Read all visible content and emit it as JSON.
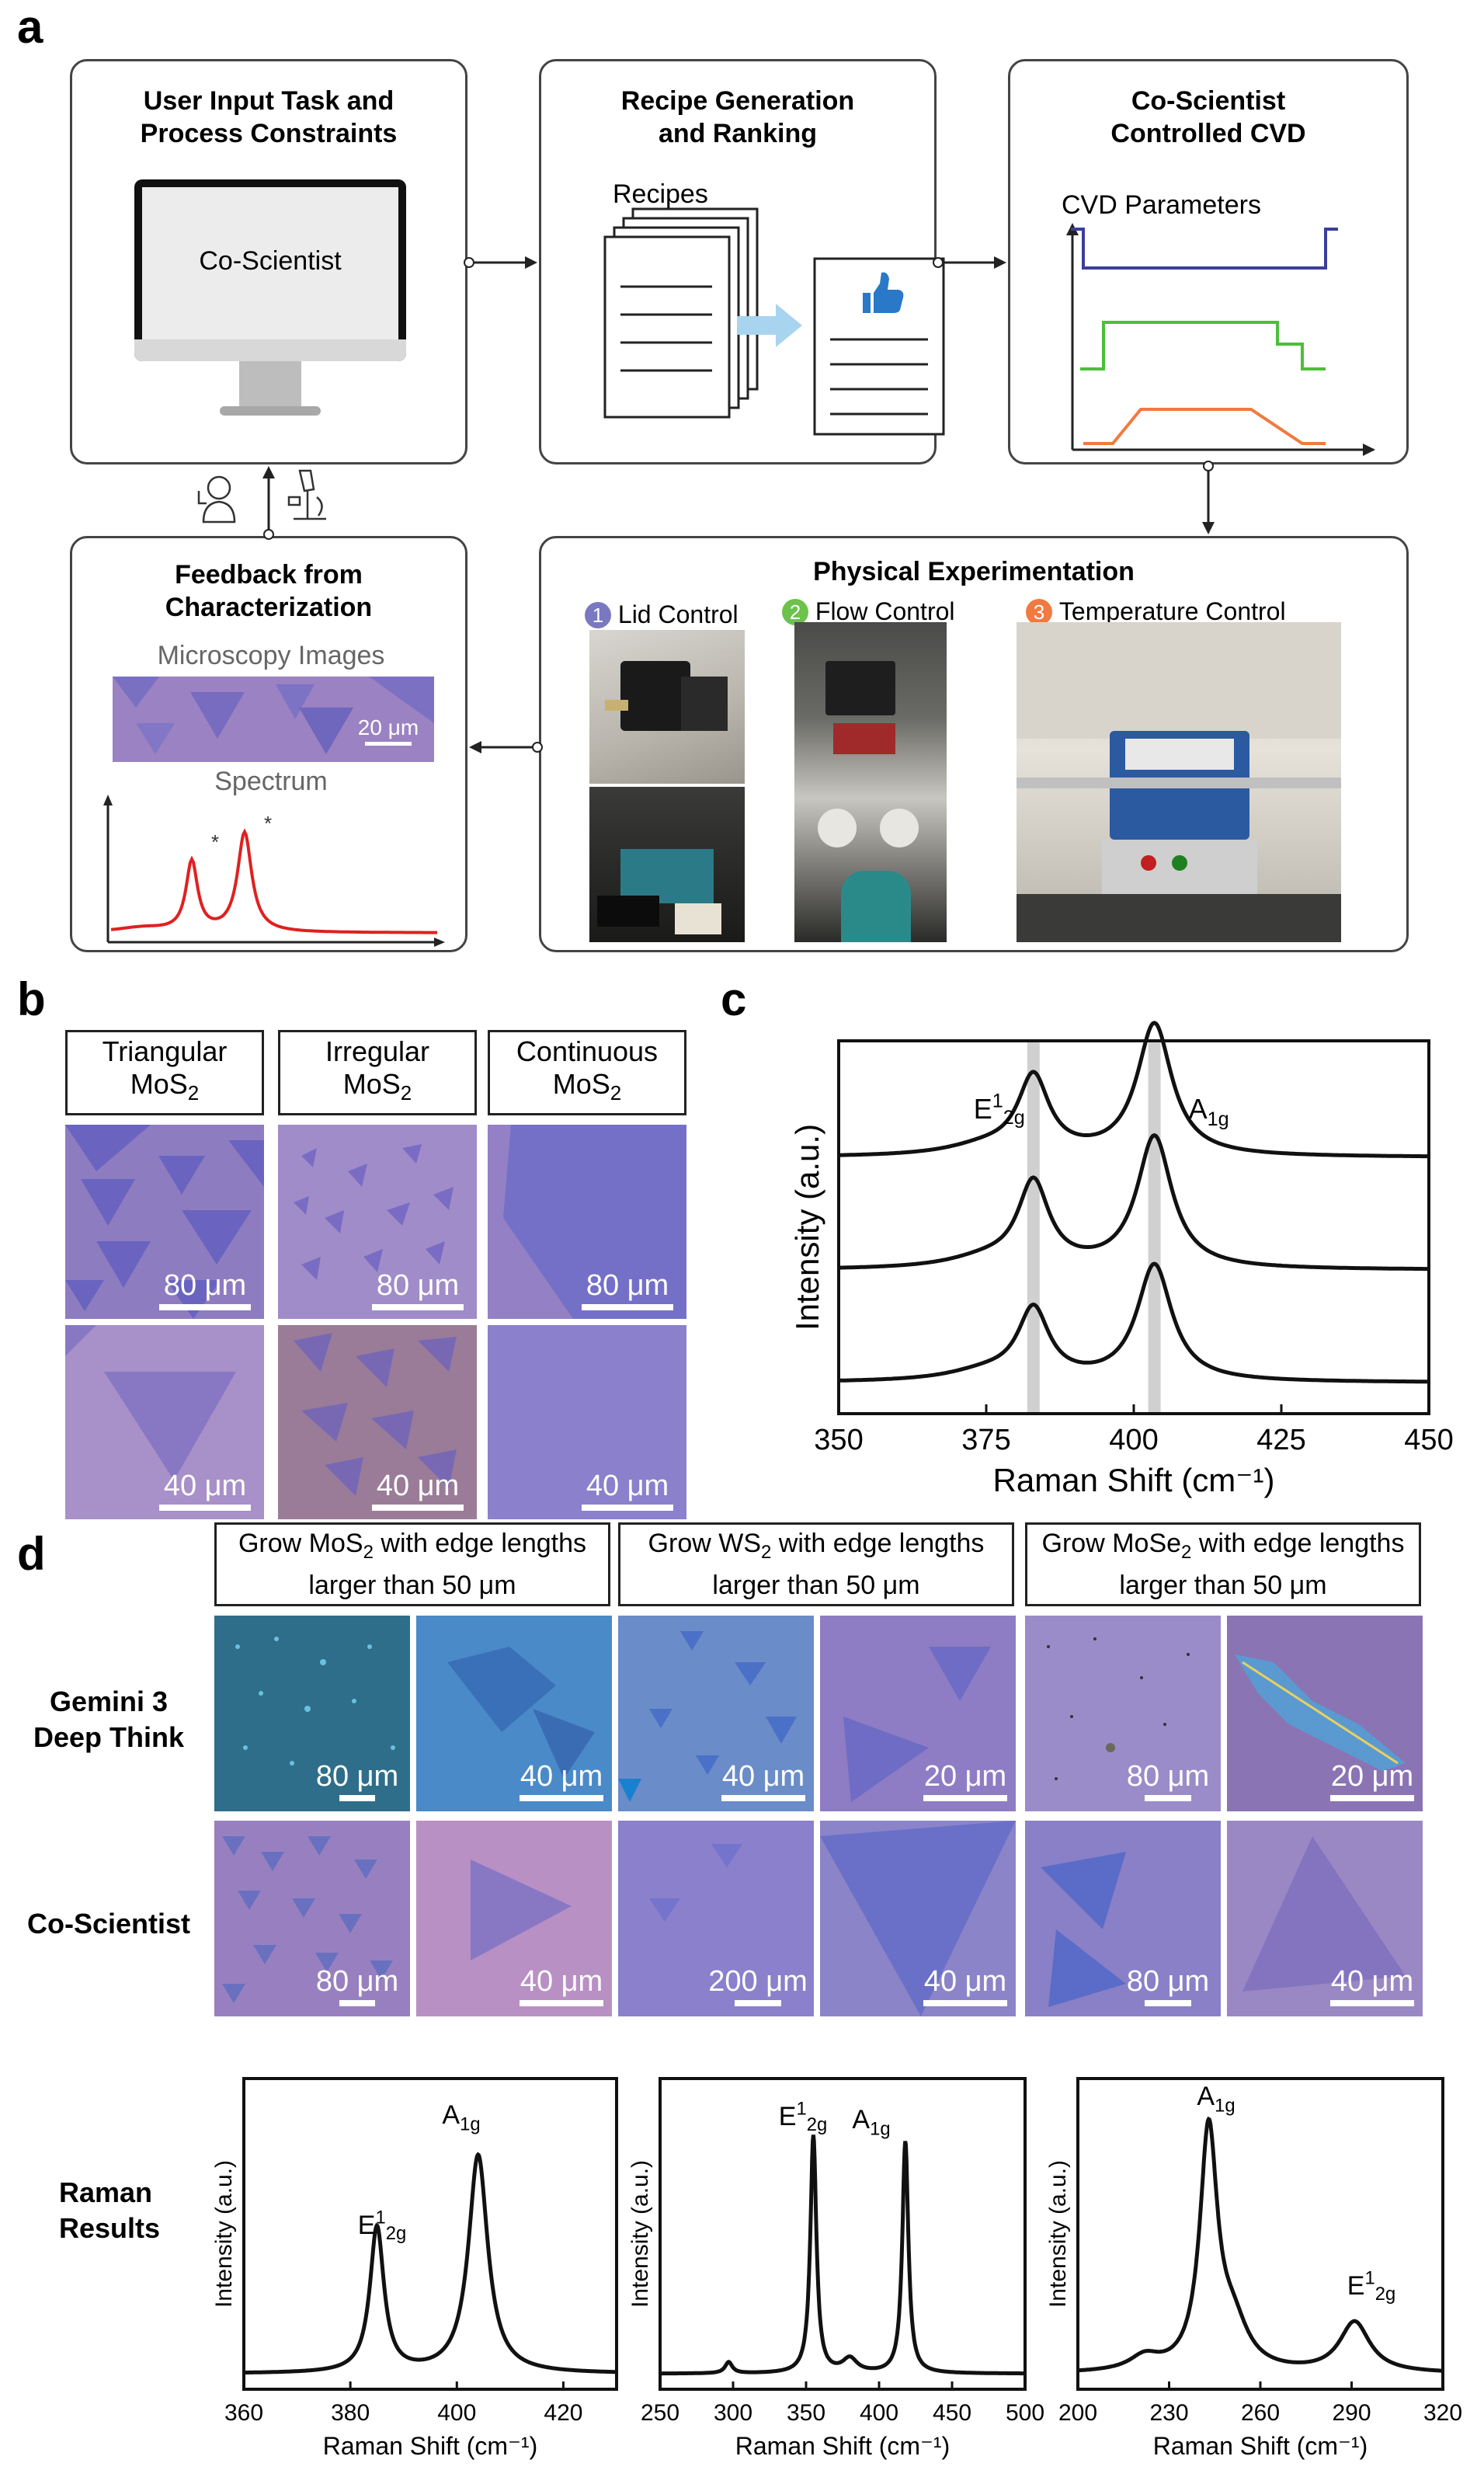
{
  "panels": {
    "a": "a",
    "b": "b",
    "c": "c",
    "d": "d"
  },
  "panel_a": {
    "box1": {
      "title_line1": "User Input Task and",
      "title_line2": "Process Constraints",
      "screen_text": "Co-Scientist"
    },
    "box2": {
      "title_line1": "Recipe Generation",
      "title_line2": "and Ranking",
      "recipes_label": "Recipes"
    },
    "box3": {
      "title_line1": "Co-Scientist",
      "title_line2": "Controlled CVD",
      "params_label": "CVD Parameters"
    },
    "box4": {
      "title_line1": "Feedback from",
      "title_line2": "Characterization",
      "micro_label": "Microscopy Images",
      "scale": "20 μm",
      "spectrum_label": "Spectrum",
      "peak_mark": "*"
    },
    "box5": {
      "title": "Physical Experimentation",
      "steps": [
        {
          "num": "1",
          "label": "Lid Control",
          "color": "#7a78c0"
        },
        {
          "num": "2",
          "label": "Flow Control",
          "color": "#6cc24a"
        },
        {
          "num": "3",
          "label": "Temperature Control",
          "color": "#f07a40"
        }
      ]
    },
    "colors": {
      "blue_line": "#3a3f9a",
      "green_line": "#4cbf3a",
      "orange_line": "#f07a40",
      "red_spectrum": "#e02020",
      "arrow_blue": "#a8d4f0",
      "thumb": "#2a78c8"
    }
  },
  "panel_b": {
    "headers": [
      {
        "main": "Triangular",
        "sub": "MoS",
        "subscript": "2"
      },
      {
        "main": "Irregular",
        "sub": "MoS",
        "subscript": "2"
      },
      {
        "main": "Continuous",
        "sub": "MoS",
        "subscript": "2"
      }
    ],
    "scales_row1": [
      "80 μm",
      "80 μm",
      "80 μm"
    ],
    "scales_row2": [
      "40 μm",
      "40 μm",
      "40 μm"
    ]
  },
  "panel_d": {
    "headers": [
      {
        "line1_pre": "Grow MoS",
        "line1_sub": "2",
        "line1_post": " with edge lengths",
        "line2": "larger than 50 μm"
      },
      {
        "line1_pre": "Grow WS",
        "line1_sub": "2",
        "line1_post": " with edge lengths",
        "line2": "larger than 50 μm"
      },
      {
        "line1_pre": "Grow MoSe",
        "line1_sub": "2",
        "line1_post": " with edge lengths",
        "line2": "larger than 50 μm"
      }
    ],
    "row_labels": {
      "gemini_line1": "Gemini 3",
      "gemini_line2": "Deep Think",
      "coscientist": "Co-Scientist",
      "raman_line1": "Raman",
      "raman_line2": "Results"
    },
    "gemini_scales": [
      "80 μm",
      "40 μm",
      "40 μm",
      "20 μm",
      "80 μm",
      "20 μm"
    ],
    "coscientist_scales": [
      "80 μm",
      "40 μm",
      "200 μm",
      "40 μm",
      "80 μm",
      "40 μm"
    ]
  },
  "chart_data": [
    {
      "id": "panel_c",
      "type": "line",
      "title": "",
      "xlabel": "Raman Shift (cm⁻¹)",
      "ylabel": "Intensity (a.u.)",
      "xlim": [
        350,
        450
      ],
      "xticks": [
        350,
        375,
        400,
        425,
        450
      ],
      "grid": false,
      "highlight_bands": [
        383,
        403.5
      ],
      "peaks": {
        "E": 383,
        "A": 403.5
      },
      "annotations": [
        {
          "text": "E",
          "sup": "1",
          "sub": "2g",
          "x": 383
        },
        {
          "text": "A",
          "sub": "1g",
          "x": 403.5
        }
      ],
      "series": [
        {
          "offset": 2,
          "E_height": 0.55,
          "A_height": 0.85
        },
        {
          "offset": 1,
          "E_height": 0.6,
          "A_height": 0.85
        },
        {
          "offset": 0,
          "E_height": 0.5,
          "A_height": 0.75
        }
      ]
    },
    {
      "id": "raman_mos2",
      "type": "line",
      "xlabel": "Raman Shift (cm⁻¹)",
      "ylabel": "Intensity (a.u.)",
      "xlim": [
        360,
        430
      ],
      "xticks": [
        360,
        380,
        400,
        420
      ],
      "annotations": [
        {
          "text": "E",
          "sup": "1",
          "sub": "2g",
          "x": 385
        },
        {
          "text": "A",
          "sub": "1g",
          "x": 404
        }
      ],
      "peaks": [
        {
          "x": 385,
          "h": 0.52,
          "w": 1.6
        },
        {
          "x": 404,
          "h": 0.78,
          "w": 2.2
        }
      ]
    },
    {
      "id": "raman_ws2",
      "type": "line",
      "xlabel": "Raman Shift (cm⁻¹)",
      "ylabel": "Intensity (a.u.)",
      "xlim": [
        250,
        500
      ],
      "xticks": [
        250,
        300,
        350,
        400,
        450,
        500
      ],
      "annotations": [
        {
          "text": "E",
          "sup": "1",
          "sub": "2g",
          "x": 355
        },
        {
          "text": "A",
          "sub": "1g",
          "x": 418
        }
      ],
      "peaks": [
        {
          "x": 355,
          "h": 0.85,
          "w": 2.5
        },
        {
          "x": 418,
          "h": 0.83,
          "w": 2.5
        },
        {
          "x": 297,
          "h": 0.04,
          "w": 3
        },
        {
          "x": 380,
          "h": 0.05,
          "w": 6
        }
      ]
    },
    {
      "id": "raman_mose2",
      "type": "line",
      "xlabel": "Raman Shift (cm⁻¹)",
      "ylabel": "Intensity (a.u.)",
      "xlim": [
        200,
        320
      ],
      "xticks": [
        200,
        230,
        260,
        290,
        320
      ],
      "annotations": [
        {
          "text": "A",
          "sub": "1g",
          "x": 243
        },
        {
          "text": "E",
          "sup": "1",
          "sub": "2g",
          "x": 291
        }
      ],
      "peaks": [
        {
          "x": 243,
          "h": 0.85,
          "w": 3.5
        },
        {
          "x": 291,
          "h": 0.18,
          "w": 6
        },
        {
          "x": 251,
          "h": 0.15,
          "w": 6
        },
        {
          "x": 222,
          "h": 0.05,
          "w": 6
        }
      ]
    }
  ]
}
